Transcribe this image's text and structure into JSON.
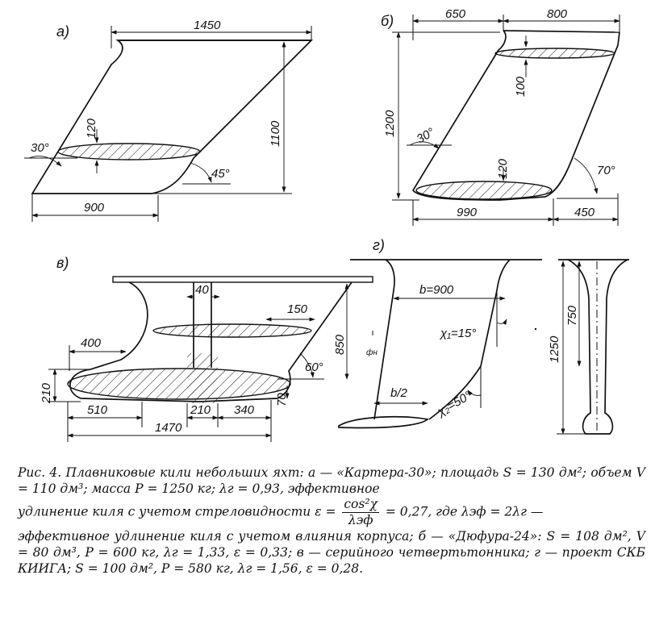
{
  "panels": {
    "a": {
      "label": "а)",
      "dims": {
        "top": "1450",
        "height": "1100",
        "bottom": "900",
        "thickness": "120"
      },
      "angles": {
        "leading": "30°",
        "trailing": "45°"
      }
    },
    "b": {
      "label": "б)",
      "dims": {
        "top_left": "650",
        "top_right": "800",
        "height": "1200",
        "thickness_top": "100",
        "thickness_bottom": "120",
        "bottom_left": "990",
        "bottom_right": "450"
      },
      "angles": {
        "leading": "30°",
        "trailing": "70°"
      }
    },
    "v": {
      "label": "в)",
      "dims": {
        "web": "40",
        "upper": "150",
        "height": "850",
        "left": "400",
        "bulb_h": "210",
        "bulb_left": "510",
        "bulb_mid": "210",
        "bulb_right": "340",
        "bulb_tail": "70",
        "length": "1470"
      },
      "angles": {
        "trailing": "60°"
      }
    },
    "g": {
      "label": "г)",
      "dims": {
        "chord": "b=900",
        "half": "b/2",
        "side_mid": "750",
        "side_total": "1250"
      },
      "angles": {
        "chi1": "χ₁=15°",
        "chi2": "χ₂=50°"
      },
      "mark": "фн"
    }
  },
  "caption": {
    "line1": "Рис. 4. Плавниковые кили небольших яхт: а — «Картера-30»; площадь S = 130 дм²; объем V = 110 дм³; масса P = 1250 кг; λг = 0,93, эффективное",
    "line2_pre": "удлинение киля с учетом стреловидности ε =",
    "frac_num": "cos²χ",
    "frac_den": "λэф",
    "line2_post": "= 0,27, где λэф = 2λг —",
    "line3": "эффективное удлинение киля с учетом влияния корпуса; б — «Дюфура-24»: S = 108 дм², V = 80 дм³, P = 600 кг, λг = 1,33, ε = 0,33; в — серийного четвертьтонника; г — проект СКБ КИИГА; S = 100 дм², P = 580 кг, λг = 1,56, ε = 0,28."
  }
}
